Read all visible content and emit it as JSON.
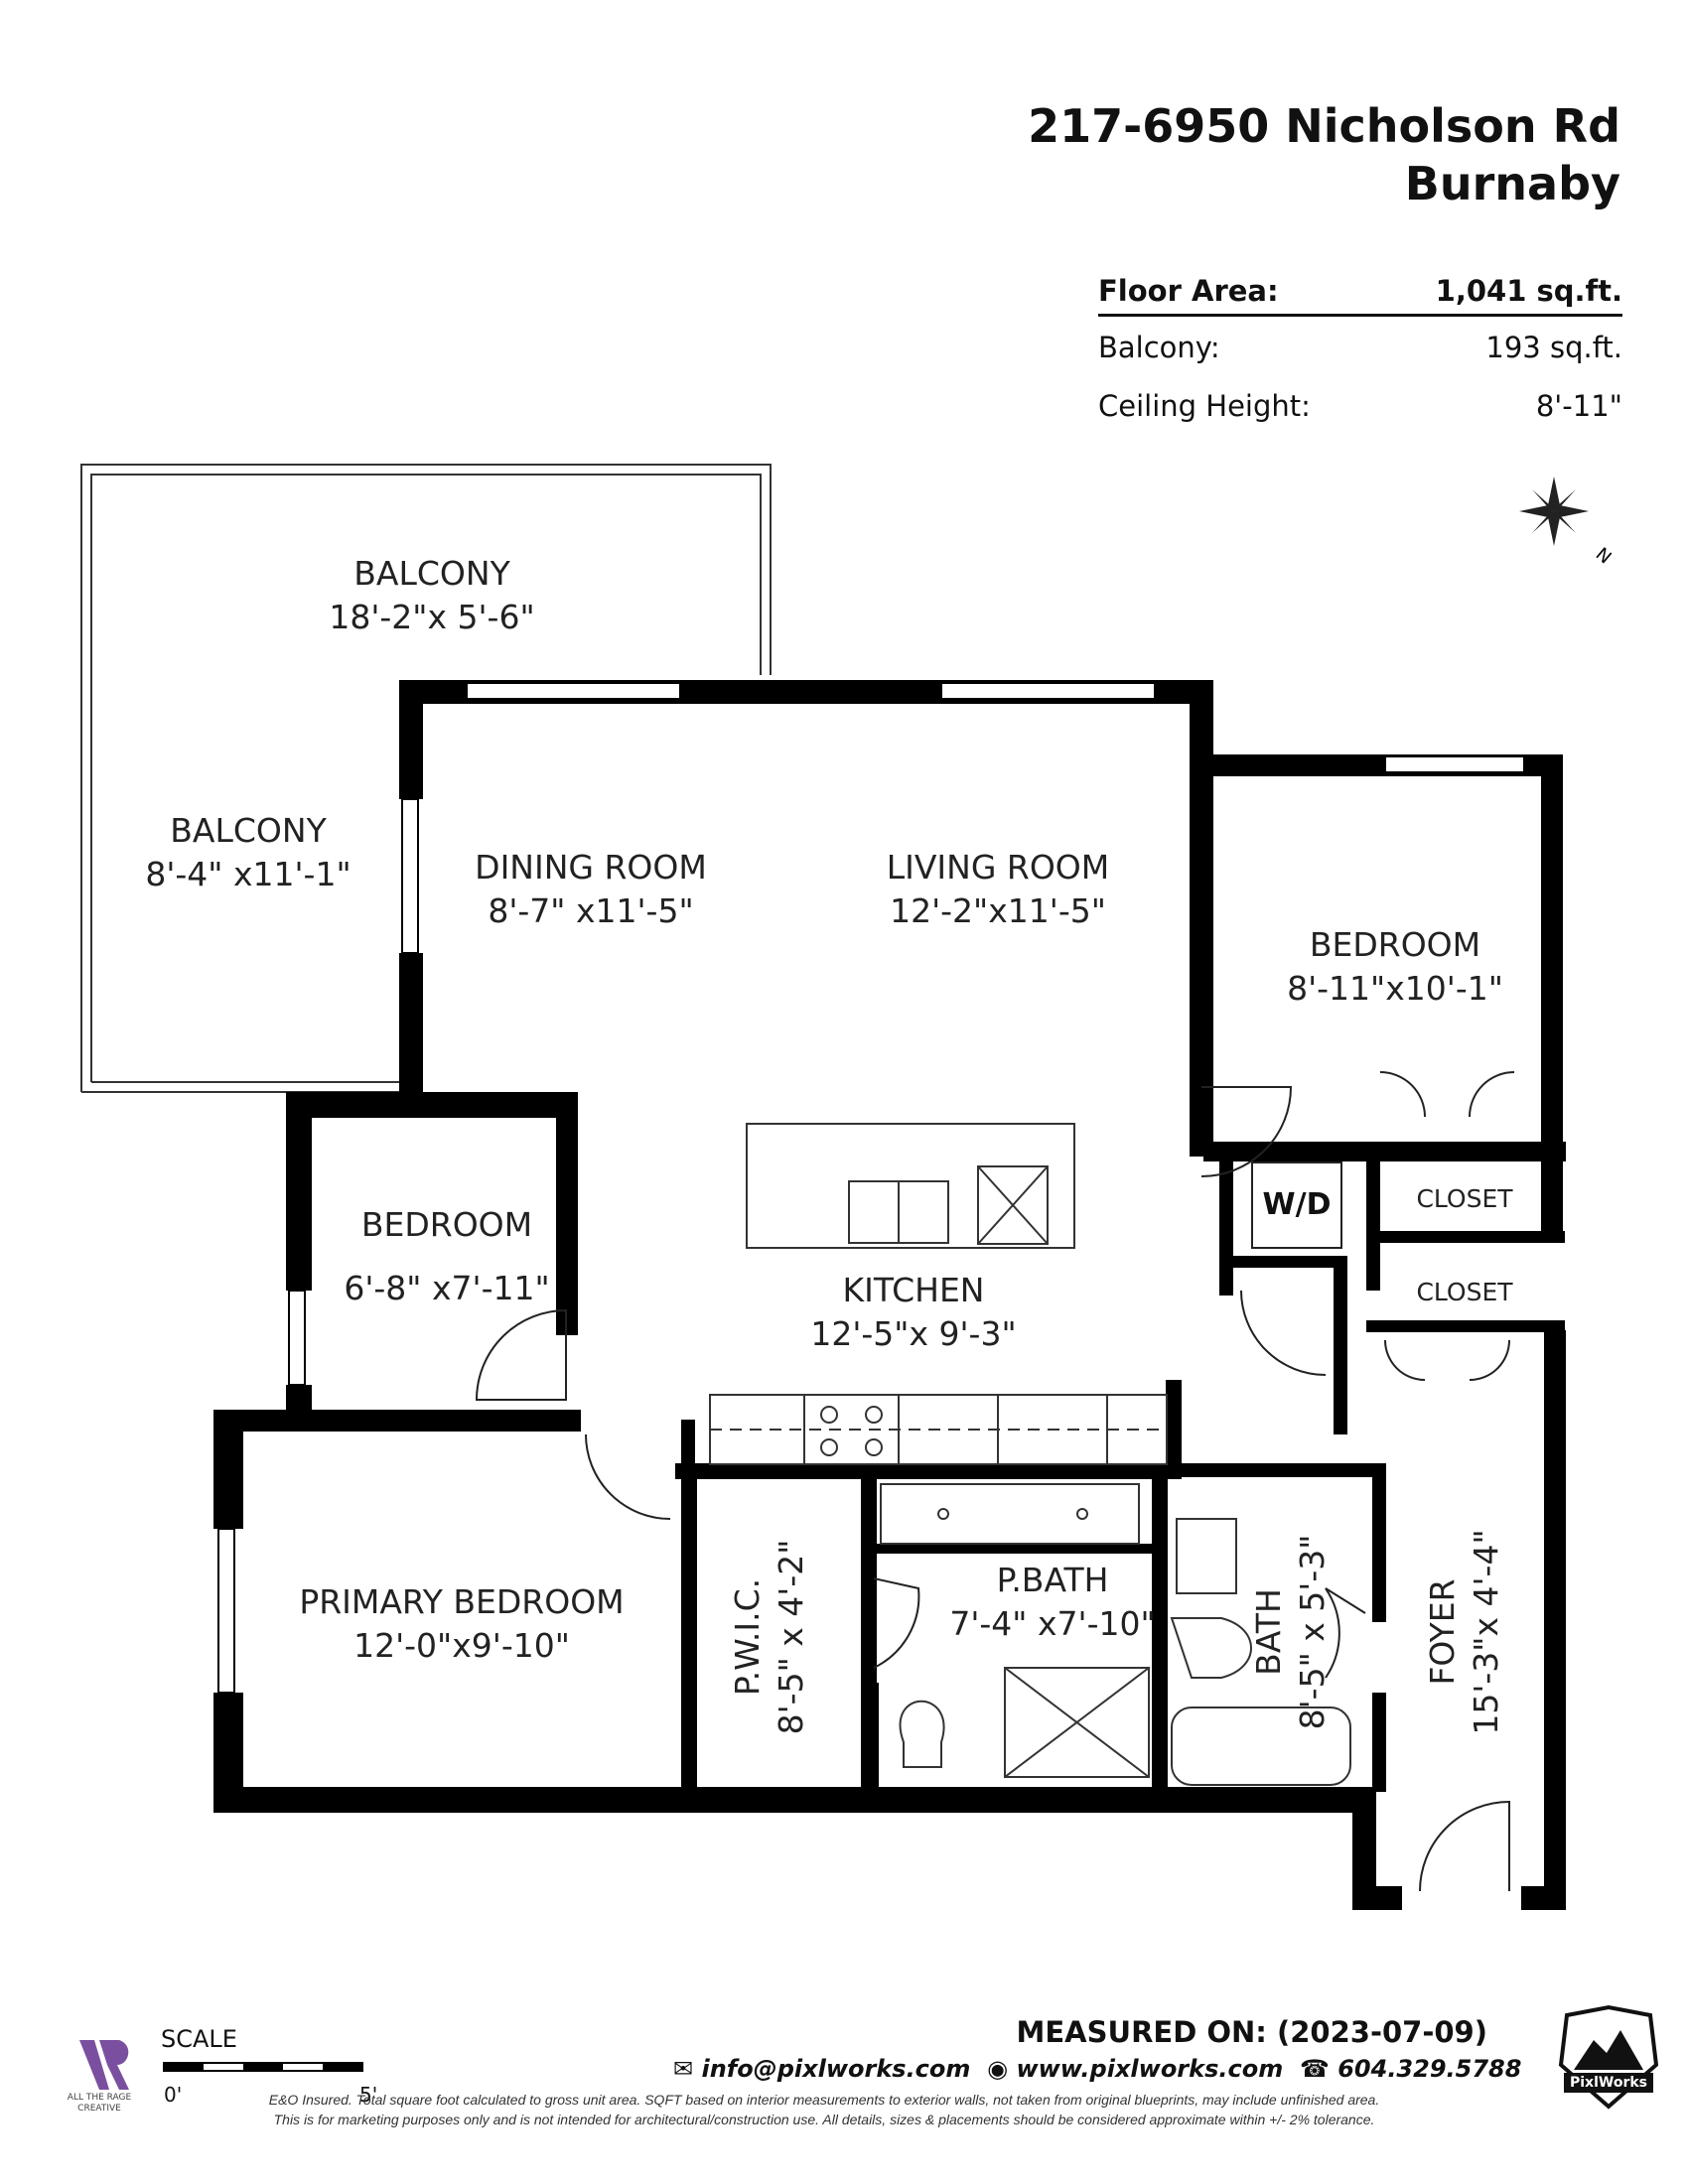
{
  "header": {
    "address": "217-6950 Nicholson Rd",
    "city": "Burnaby"
  },
  "stats": [
    {
      "label": "Floor Area:",
      "value": "1,041 sq.ft."
    },
    {
      "label": "Balcony:",
      "value": "193 sq.ft."
    },
    {
      "label": "Ceiling Height:",
      "value": "8'-11\""
    }
  ],
  "compass": {
    "north_label": "N"
  },
  "rooms": {
    "balcony_top": {
      "name": "BALCONY",
      "dims": "18'-2\"x 5'-6\""
    },
    "balcony_left": {
      "name": "BALCONY",
      "dims": "8'-4\" x11'-1\""
    },
    "dining": {
      "name": "DINING ROOM",
      "dims": "8'-7\" x11'-5\""
    },
    "living": {
      "name": "LIVING ROOM",
      "dims": "12'-2\"x11'-5\""
    },
    "bedroom_right": {
      "name": "BEDROOM",
      "dims": "8'-11\"x10'-1\""
    },
    "bedroom_left": {
      "name": "BEDROOM",
      "dims": "6'-8\" x7'-11\""
    },
    "kitchen": {
      "name": "KITCHEN",
      "dims": "12'-5\"x 9'-3\""
    },
    "wd": {
      "name": "W/D"
    },
    "closet1": {
      "name": "CLOSET"
    },
    "closet2": {
      "name": "CLOSET"
    },
    "primary": {
      "name": "PRIMARY BEDROOM",
      "dims": "12'-0\"x9'-10\""
    },
    "pwic": {
      "name": "P.W.I.C.",
      "dims": "8'-5\" x 4'-2\""
    },
    "pbath": {
      "name": "P.BATH",
      "dims": "7'-4\" x7'-10\""
    },
    "bath": {
      "name": "BATH",
      "dims": "8'-5\" x 5'-3\""
    },
    "foyer": {
      "name": "FOYER",
      "dims": "15'-3\"x 4'-4\""
    }
  },
  "footer": {
    "scale_label": "SCALE",
    "scale_start": "0'",
    "scale_end": "5'",
    "measured_on": "MEASURED ON: (2023-07-09)",
    "email": "info@pixlworks.com",
    "website": "www.pixlworks.com",
    "phone": "604.329.5788",
    "disclaimer_1": "E&O Insured.  Total square foot calculated to gross unit area. SQFT based on interior measurements to exterior walls, not taken from original blueprints, may include unfinished area.",
    "disclaimer_2": "This is for marketing purposes only and is not intended for architectural/construction use.  All details, sizes & placements should be considered approximate within +/- 2% tolerance.",
    "logo_left_name": "ALL THE RAGE",
    "logo_left_sub": "CREATIVE",
    "logo_right_name": "PixlWorks"
  },
  "colors": {
    "wall": "#000000",
    "accent_logo": "#7b4fa0",
    "text": "#111111"
  }
}
